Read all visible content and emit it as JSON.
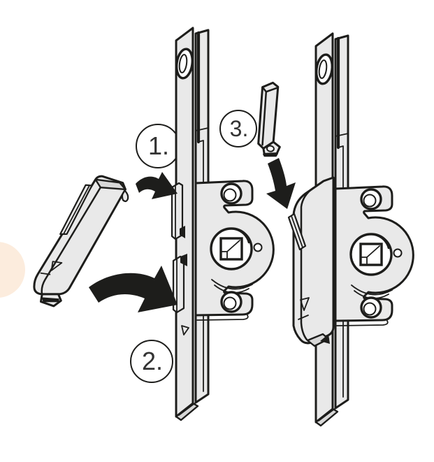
{
  "diagram": {
    "steps": [
      {
        "label": "1.",
        "icon": "arrow-right-icon"
      },
      {
        "label": "2.",
        "icon": "arrow-swing-down-icon"
      },
      {
        "label": "3.",
        "icon": "arrow-down-icon"
      }
    ],
    "parts": [
      {
        "name": "rail-assembly-uncovered"
      },
      {
        "name": "gearbox-cover-loose"
      },
      {
        "name": "retaining-clip-loose"
      },
      {
        "name": "rail-assembly-cover-fitted"
      }
    ],
    "colors": {
      "line": "#1d1d1b",
      "part_fill": "#e9e9e9",
      "part_shade": "#d8d8d8",
      "digit": "#333333",
      "watermark": "#fcecdd",
      "background": "#ffffff"
    }
  }
}
